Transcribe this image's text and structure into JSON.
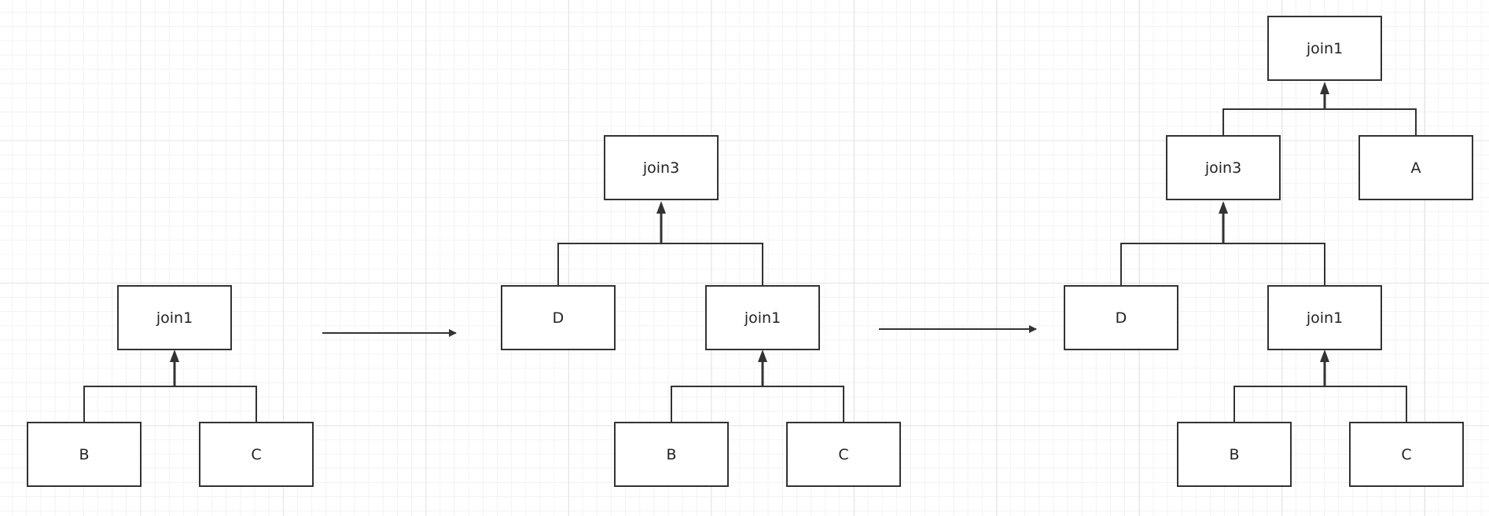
{
  "colors": {
    "stroke": "#333333",
    "node_fill": "#ffffff",
    "text": "#222222",
    "grid_major": "#e4e4e4",
    "grid_minor": "#f3f3f3"
  },
  "nodes": {
    "t1_join1": "join1",
    "t1_b": "B",
    "t1_c": "C",
    "t2_join3": "join3",
    "t2_d": "D",
    "t2_join1": "join1",
    "t2_b": "B",
    "t2_c": "C",
    "t3_join1_root": "join1",
    "t3_join3": "join3",
    "t3_a": "A",
    "t3_d": "D",
    "t3_join1": "join1",
    "t3_b": "B",
    "t3_c": "C"
  }
}
